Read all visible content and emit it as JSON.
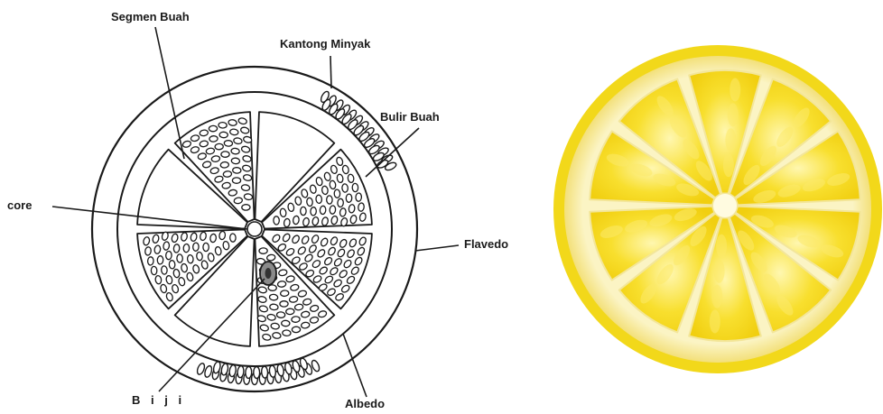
{
  "labels": {
    "segment": "Segmen Buah",
    "oil_sacs": "Kantong Minyak",
    "juice_vesicles": "Bulir Buah",
    "core": "core",
    "flavedo": "Flavedo",
    "seed": "B i j i",
    "albedo": "Albedo"
  },
  "colors": {
    "ink": "#1a1a1a",
    "lemon_rind": "#f2d81a",
    "lemon_albedo": "#fdf6c8",
    "lemon_pulp": "#f7dc24",
    "lemon_pulp_light": "#fbe96a"
  },
  "diagram": {
    "segment_count": 8,
    "photo_segment_count": 10
  }
}
